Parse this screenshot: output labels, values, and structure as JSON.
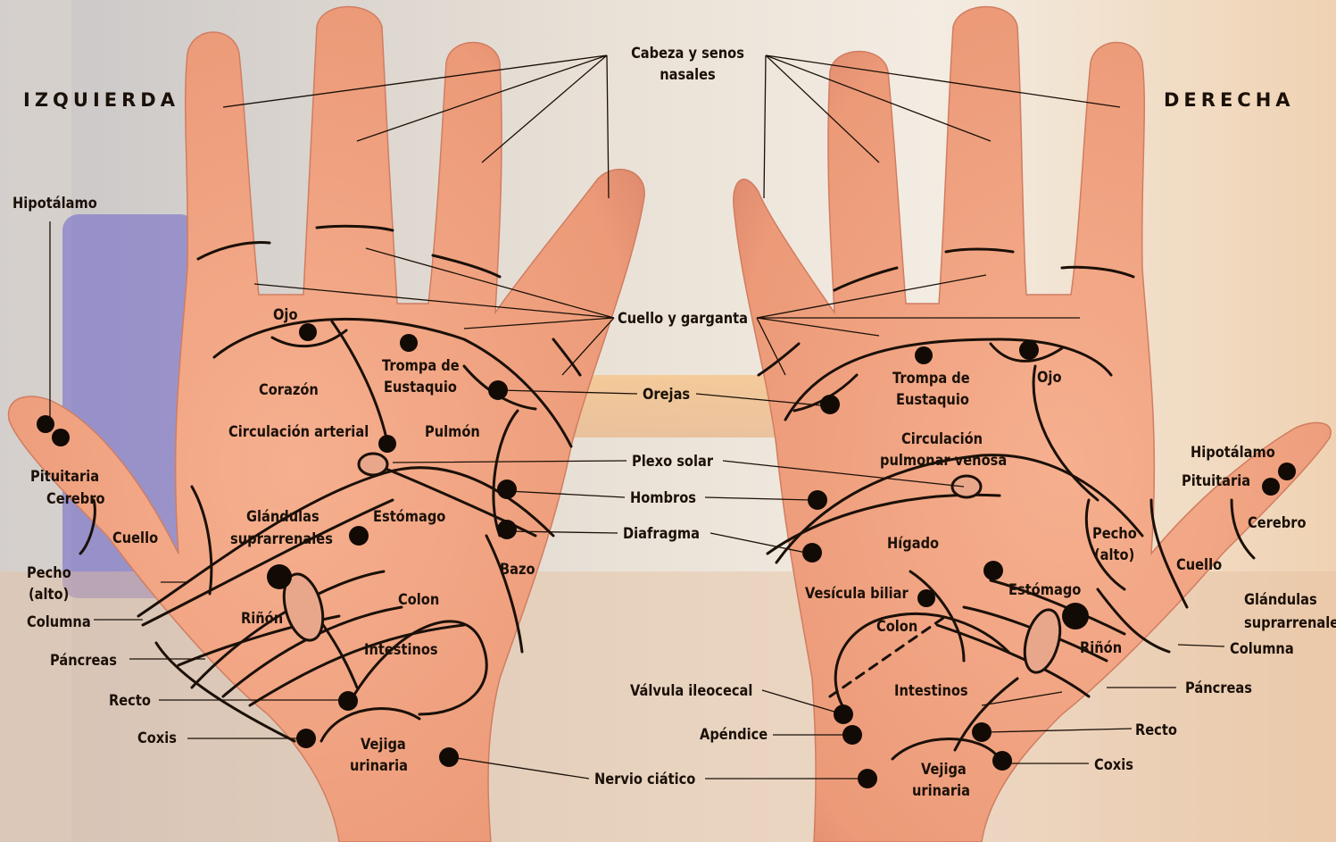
{
  "sides": {
    "left": "IZQUIERDA",
    "right": "DERECHA"
  },
  "shared": {
    "head_sinus": "Cabeza y senos nasales",
    "neck_throat": "Cuello y garganta",
    "ears": "Orejas",
    "solar_plexus": "Plexo solar",
    "shoulders": "Hombros",
    "diaphragm": "Diafragma",
    "ileocecal_valve": "Válvula ileocecal",
    "appendix": "Apéndice",
    "sciatic_nerve": "Nervio ciático"
  },
  "left_hand": {
    "hypothalamus": "Hipotálamo",
    "pituitary": "Pituitaria",
    "brain": "Cerebro",
    "neck": "Cuello",
    "chest_line1": "Pecho",
    "chest_line2": "(alto)",
    "spine": "Columna",
    "pancreas": "Páncreas",
    "rectum": "Recto",
    "coccyx": "Coxis",
    "eye": "Ojo",
    "heart": "Corazón",
    "eustachian_line1": "Trompa de",
    "eustachian_line2": "Eustaquio",
    "arterial_circulation": "Circulación arterial",
    "lung": "Pulmón",
    "adrenal_line1": "Glándulas",
    "adrenal_line2": "suprarrenales",
    "stomach": "Estómago",
    "spleen": "Bazo",
    "kidney": "Riñón",
    "colon": "Colon",
    "intestines": "Intestinos",
    "bladder_line1": "Vejiga",
    "bladder_line2": "urinaria"
  },
  "right_hand": {
    "eustachian_line1": "Trompa de",
    "eustachian_line2": "Eustaquio",
    "eye": "Ojo",
    "venous_line1": "Circulación",
    "venous_line2": "pulmonar venosa",
    "hypothalamus": "Hipotálamo",
    "pituitary": "Pituitaria",
    "brain": "Cerebro",
    "chest_line1": "Pecho",
    "chest_line2": "(alto)",
    "neck": "Cuello",
    "liver": "Hígado",
    "gallbladder": "Vesícula biliar",
    "stomach": "Estómago",
    "adrenal_line1": "Glándulas",
    "adrenal_line2": "suprarrenales",
    "colon": "Colon",
    "kidney": "Riñón",
    "spine": "Columna",
    "intestines": "Intestinos",
    "pancreas": "Páncreas",
    "rectum": "Recto",
    "coccyx": "Coxis",
    "bladder_line1": "Vejiga",
    "bladder_line2": "urinaria"
  },
  "colors": {
    "skin": "#f0a27f",
    "skin_shadow": "#d9826a",
    "line": "#1a1008",
    "background_purple": "#6b63c8"
  }
}
